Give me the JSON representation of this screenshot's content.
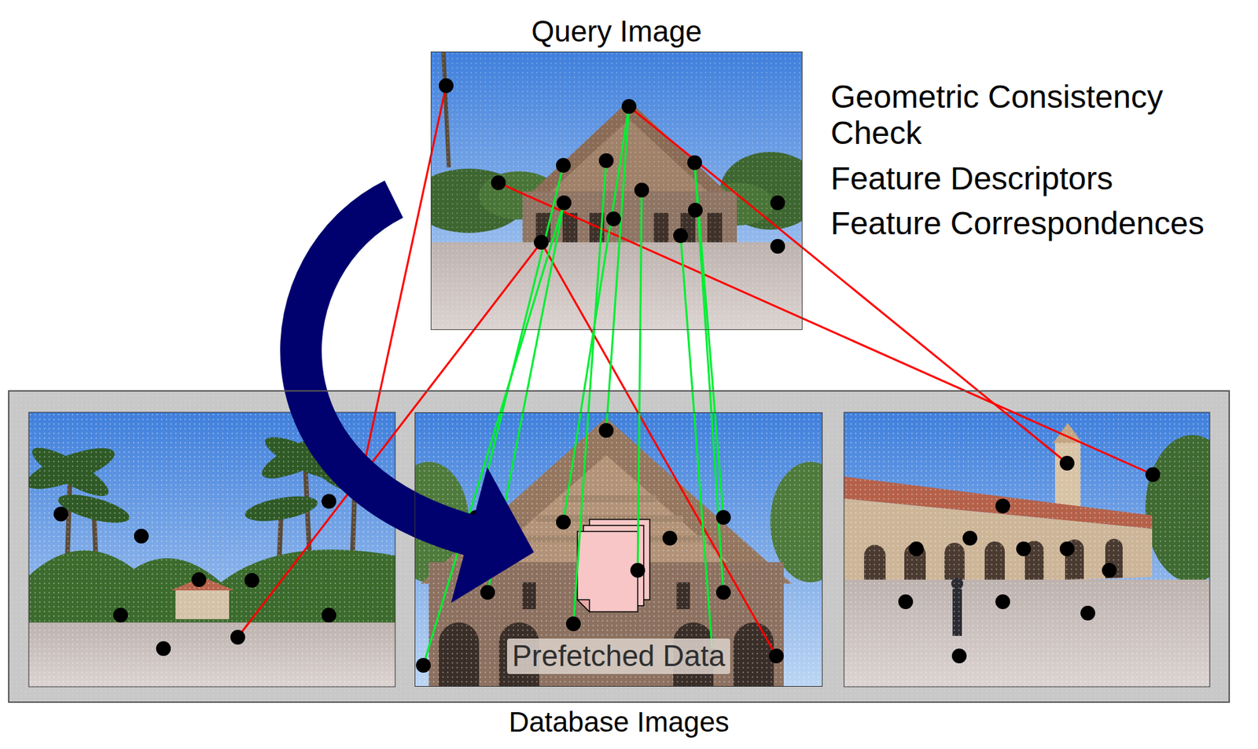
{
  "diagram": {
    "nodes": [
      {
        "text": [
          "Query Image"
        ]
      },
      {
        "text": [
          "Database Images"
        ]
      },
      {
        "text": [
          "Prefetched Data"
        ],
        "in": 1
      }
    ],
    "edges": [
      {
        "from": 0,
        "to": 2,
        "arrow": "to"
      }
    ],
    "labels": [
      "Geometric Consistency Check",
      "Feature Descriptors",
      "Feature Correspondences"
    ]
  }
}
